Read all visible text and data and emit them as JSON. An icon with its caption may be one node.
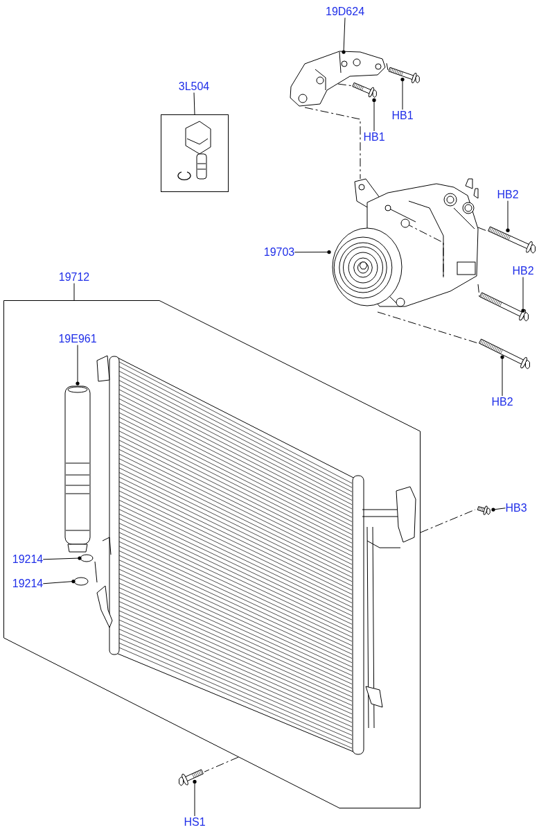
{
  "diagram": {
    "nodes": [
      {
        "text": [
          "19D624"
        ]
      },
      {
        "text": [],
        "shape": "picture"
      },
      {
        "text": [],
        "shape": "picture"
      },
      {
        "text": [
          "HB1"
        ]
      },
      {
        "text": [],
        "shape": "picture"
      },
      {
        "text": [
          "HB1"
        ]
      },
      {
        "text": [
          "3L504"
        ]
      },
      {
        "text": [],
        "shape": "box"
      },
      {
        "text": [
          "19703"
        ]
      },
      {
        "text": [],
        "shape": "picture"
      },
      {
        "text": [
          "HB2"
        ]
      },
      {
        "text": [],
        "shape": "picture"
      },
      {
        "text": [
          "HB2"
        ]
      },
      {
        "text": [],
        "shape": "picture"
      },
      {
        "text": [
          "HB2"
        ]
      },
      {
        "text": [],
        "shape": "picture"
      },
      {
        "text": [
          "19712"
        ]
      },
      {
        "text": [],
        "shape": "box"
      },
      {
        "text": [
          "19E961"
        ],
        "in": 17
      },
      {
        "text": [],
        "shape": "picture",
        "in": 17
      },
      {
        "text": [
          "19214"
        ],
        "in": 17
      },
      {
        "text": [],
        "shape": "circle",
        "in": 17
      },
      {
        "text": [
          "19214"
        ],
        "in": 17
      },
      {
        "text": [],
        "shape": "circle",
        "in": 17
      },
      {
        "text": [
          "HB3"
        ]
      },
      {
        "text": [],
        "shape": "picture"
      },
      {
        "text": [
          "HS1"
        ]
      },
      {
        "text": [],
        "shape": "picture"
      }
    ],
    "edges": [
      {
        "from": 0,
        "to": 1,
        "arrow": "other"
      },
      {
        "from": 3,
        "to": 2,
        "arrow": "other"
      },
      {
        "from": 5,
        "to": 4,
        "arrow": "other"
      },
      {
        "from": 6,
        "to": 7,
        "arrow": "none"
      },
      {
        "from": 8,
        "to": 9,
        "arrow": "other"
      },
      {
        "from": 10,
        "to": 11,
        "arrow": "other"
      },
      {
        "from": 12,
        "to": 13,
        "arrow": "other"
      },
      {
        "from": 14,
        "to": 15,
        "arrow": "other"
      },
      {
        "from": 16,
        "to": 17,
        "arrow": "none"
      },
      {
        "from": 18,
        "to": 19,
        "arrow": "other"
      },
      {
        "from": 20,
        "to": 21,
        "arrow": "other"
      },
      {
        "from": 22,
        "to": 23,
        "arrow": "other"
      },
      {
        "from": 24,
        "to": 25,
        "arrow": "other"
      },
      {
        "from": 26,
        "to": 27,
        "arrow": "other"
      },
      {
        "from": 1,
        "to": 2,
        "arrow": "none",
        "style": "dashed"
      },
      {
        "from": 1,
        "to": 9,
        "arrow": "none",
        "style": "dashed"
      },
      {
        "from": 9,
        "to": 11,
        "arrow": "none",
        "style": "dashed"
      },
      {
        "from": 9,
        "to": 13,
        "arrow": "none",
        "style": "dashed"
      },
      {
        "from": 9,
        "to": 15,
        "arrow": "none",
        "style": "dashed"
      },
      {
        "from": 17,
        "to": 25,
        "arrow": "none",
        "style": "dashed"
      },
      {
        "from": 17,
        "to": 27,
        "arrow": "none",
        "style": "dashed"
      }
    ]
  }
}
